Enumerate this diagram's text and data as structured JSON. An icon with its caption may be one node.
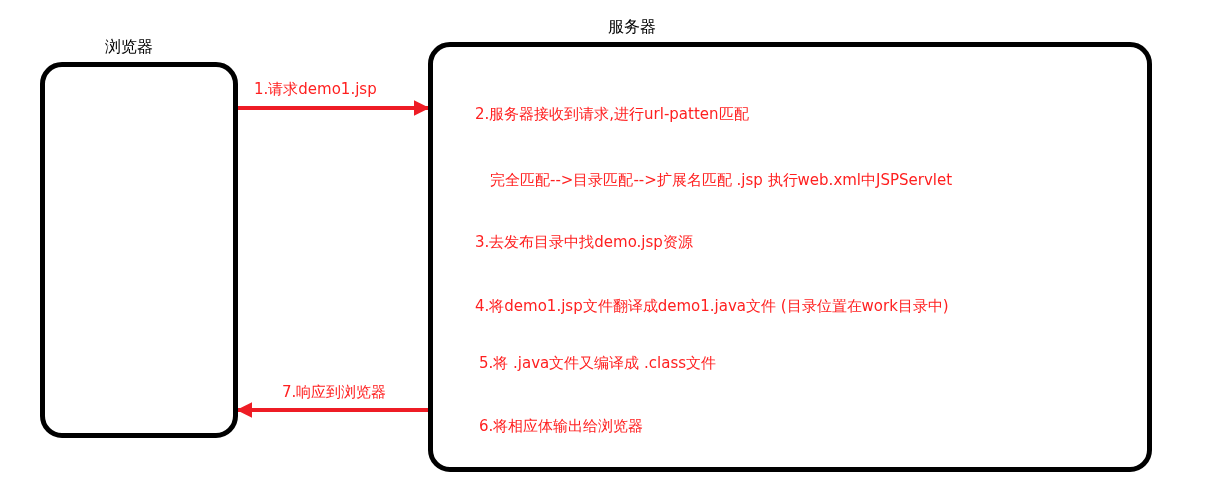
{
  "diagram": {
    "nodes": [
      {
        "text": [
          "浏览器"
        ]
      },
      {
        "text": [
          "服务器",
          "2.服务器接收到请求,进行url-patten匹配",
          "完全匹配-->目录匹配-->扩展名匹配 .jsp   执行web.xml中JSPServlet",
          "3.去发布目录中找demo.jsp资源",
          "4.将demo1.jsp文件翻译成demo1.java文件  (目录位置在work目录中)",
          "5.将 .java文件又编译成 .class文件",
          "6.将相应体输出给浏览器"
        ]
      }
    ],
    "edges": [
      {
        "from": 0,
        "to": 1,
        "arrow": "to",
        "label": "1.请求demo1.jsp"
      },
      {
        "from": 1,
        "to": 0,
        "arrow": "to",
        "label": "7.响应到浏览器"
      }
    ]
  }
}
